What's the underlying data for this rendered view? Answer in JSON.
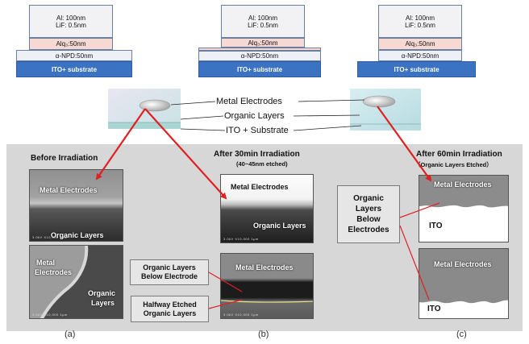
{
  "stacks": [
    {
      "al": "Al: 100nm",
      "lif": "LiF: 0.5nm",
      "alq": "Alq₃:50nm",
      "npd": "α-NPD:50nm",
      "ito": "ITO+ substrate"
    },
    {
      "al": "Al: 100nm",
      "lif": "LiF: 0.5nm",
      "alq": "Alq₃:50nm",
      "npd": "α-NPD:50nm",
      "ito": "ITO+ substrate"
    },
    {
      "al": "Al: 100nm",
      "lif": "LiF: 0.5nm",
      "alq": "Alq₃:50nm",
      "npd": "α-NPD:50nm",
      "ito": "ITO+ substrate"
    }
  ],
  "center_labels": {
    "metal": "Metal Electrodes",
    "organic": "Organic Layers",
    "ito": "ITO + Substrate"
  },
  "panel_a": {
    "title": "Before Irradiation",
    "sem1_top": "Metal Electrodes",
    "sem1_bottom": "Organic Layers",
    "sem2_top_1": "Metal",
    "sem2_top_2": "Electrodes",
    "sem2_bottom_1": "Organic",
    "sem2_bottom_2": "Layers",
    "caption": "(a)"
  },
  "panel_b": {
    "title": "After 30min Irradiation",
    "subtitle": "(40~45nm etched)",
    "sem1_top": "Metal Electrodes",
    "sem1_bottom": "Organic Layers",
    "sem2_top": "Metal Electrodes",
    "box1_line1": "Organic Layers",
    "box1_line2": "Below Electrode",
    "box2_line1": "Halfway Etched",
    "box2_line2": "Organic Layers",
    "caption": "(b)"
  },
  "panel_c": {
    "title": "After 60min Irradiation",
    "subtitle": "（Organic Layers Etched）",
    "box_line1": "Organic",
    "box_line2": "Layers",
    "box_line3": "Below",
    "box_line4": "Electrodes",
    "sem1_top": "Metal Electrodes",
    "sem1_bottom": "ITO",
    "sem2_top": "Metal Electrodes",
    "sem2_bottom": "ITO",
    "caption": "(c)"
  },
  "sem_scale": "3.0kV  X10,000  1μm",
  "colors": {
    "arrow": "#e02020",
    "ito": "#3b73c2",
    "panel": "#d7d7d7"
  }
}
